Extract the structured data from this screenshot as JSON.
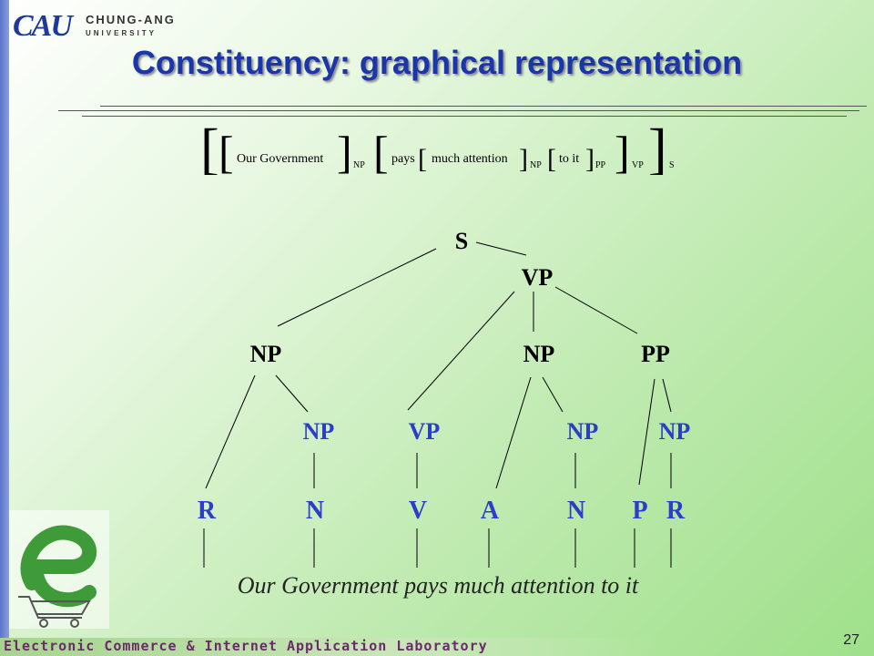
{
  "header": {
    "logo_text": "CAU",
    "logo_chung": "CHUNG-ANG",
    "logo_univ": "UNIVERSITY",
    "title": "Constituency: graphical representation"
  },
  "bracket": {
    "np1_words": "Our Government",
    "np1_label": "NP",
    "v_word": "pays",
    "np2_words": "much attention",
    "np2_label": "NP",
    "pp_words": "to it",
    "pp_label": "PP",
    "vp_label": "VP",
    "s_label": "S"
  },
  "tree": {
    "nodes": {
      "s": "S",
      "vp_top": "VP",
      "np_left": "NP",
      "np_mid": "NP",
      "pp": "PP",
      "np_l2": "NP",
      "vp_l2": "VP",
      "np_m2": "NP",
      "np_r2": "NP",
      "r1": "R",
      "n1": "N",
      "v": "V",
      "a": "A",
      "n2": "N",
      "p": "P",
      "r2": "R"
    },
    "sentence": "Our Government pays much attention to it"
  },
  "footer": {
    "lab": "Electronic Commerce & Internet Application Laboratory",
    "page": "27"
  },
  "colors": {
    "title": "#1b36a8",
    "blue_node": "#2c3ec9",
    "black_node": "#000000",
    "footer_text": "#6b2a6b"
  }
}
